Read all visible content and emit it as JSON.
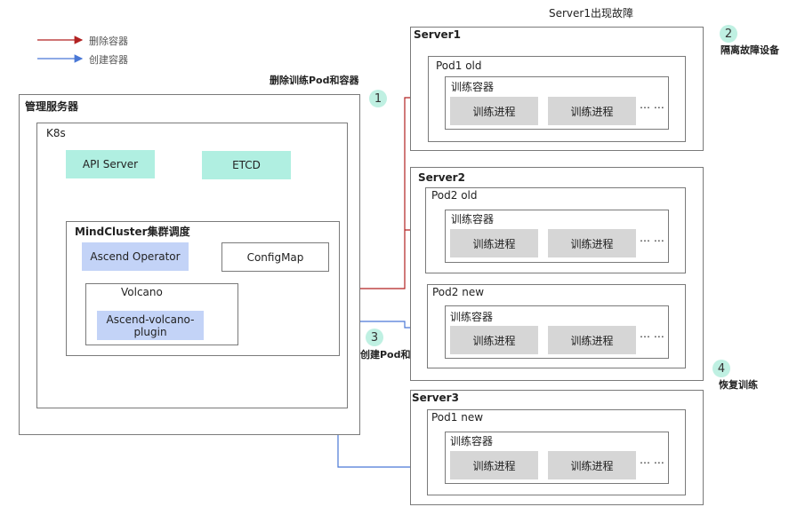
{
  "legend": {
    "delete_label": "删除容器",
    "create_label": "创建容器",
    "delete_color": "#b22222",
    "create_color": "#4a78d6"
  },
  "top_caption": "Server1出现故障",
  "steps": {
    "s1_num": "1",
    "s1_text": "删除训练Pod和容器",
    "s2_num": "2",
    "s2_text": "隔离故障设备",
    "s3_num": "3",
    "s3_text": "创建Pod和容器",
    "s4_num": "4",
    "s4_text": "恢复训练"
  },
  "mgmt": {
    "title": "管理服务器",
    "k8s": "K8s",
    "api_server": "API Server",
    "etcd": "ETCD",
    "mindcluster": "MindCluster集群调度",
    "ascend_operator": "Ascend Operator",
    "configmap": "ConfigMap",
    "volcano": "Volcano",
    "plugin": "Ascend-volcano-plugin"
  },
  "servers": {
    "server1": {
      "title": "Server1",
      "pod": "Pod1 old",
      "container": "训练容器",
      "proc1": "训练进程",
      "proc2": "训练进程",
      "ellipsis": "… …"
    },
    "server2": {
      "title": "Server2",
      "pod_old": {
        "pod": "Pod2 old",
        "container": "训练容器",
        "proc1": "训练进程",
        "proc2": "训练进程",
        "ellipsis": "… …"
      },
      "pod_new": {
        "pod": "Pod2 new",
        "container": "训练容器",
        "proc1": "训练进程",
        "proc2": "训练进程",
        "ellipsis": "… …"
      }
    },
    "server3": {
      "title": "Server3",
      "pod": "Pod1 new",
      "container": "训练容器",
      "proc1": "训练进程",
      "proc2": "训练进程",
      "ellipsis": "… …"
    }
  }
}
